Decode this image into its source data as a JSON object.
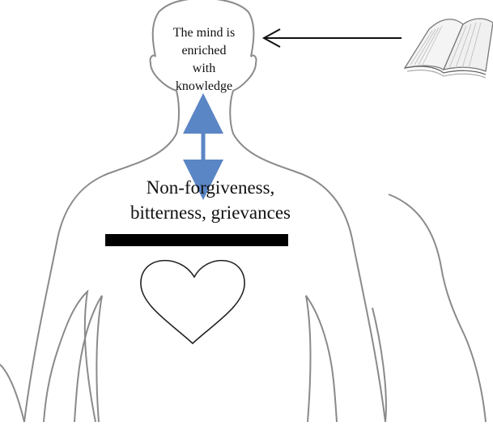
{
  "diagram": {
    "head_caption": [
      "The mind is",
      "enriched",
      "with",
      "knowledge"
    ],
    "chest_caption": [
      "Non-forgiveness,",
      "bitterness, grievances"
    ],
    "colors": {
      "outline": "#8a8a8a",
      "arrow": "#111111",
      "double_arrow": "#5b86c5",
      "barrier": "#000000",
      "background": "#ffffff"
    },
    "icons": {
      "book": "open-book-icon",
      "heart": "heart-outline-icon"
    }
  }
}
